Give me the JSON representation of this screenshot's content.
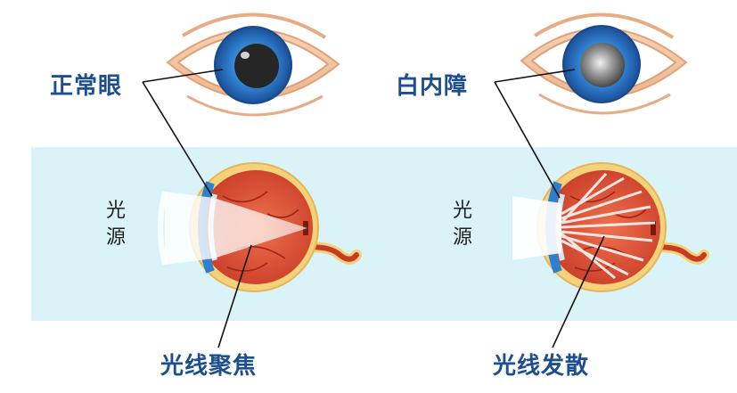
{
  "left_panel": {
    "eye_label": "正常眼",
    "source_label": "光源",
    "caption": "光线聚焦"
  },
  "right_panel": {
    "eye_label": "白内障",
    "source_label": "光源",
    "caption": "光线发散"
  },
  "colors": {
    "band": "#d9f3f8",
    "label_blue": "#1d4f8f",
    "iris": "#2f7fd0",
    "eyeball_red": "#e0533a",
    "sclera_yellow": "#f4d27a",
    "skin": "#f5c9a5"
  }
}
